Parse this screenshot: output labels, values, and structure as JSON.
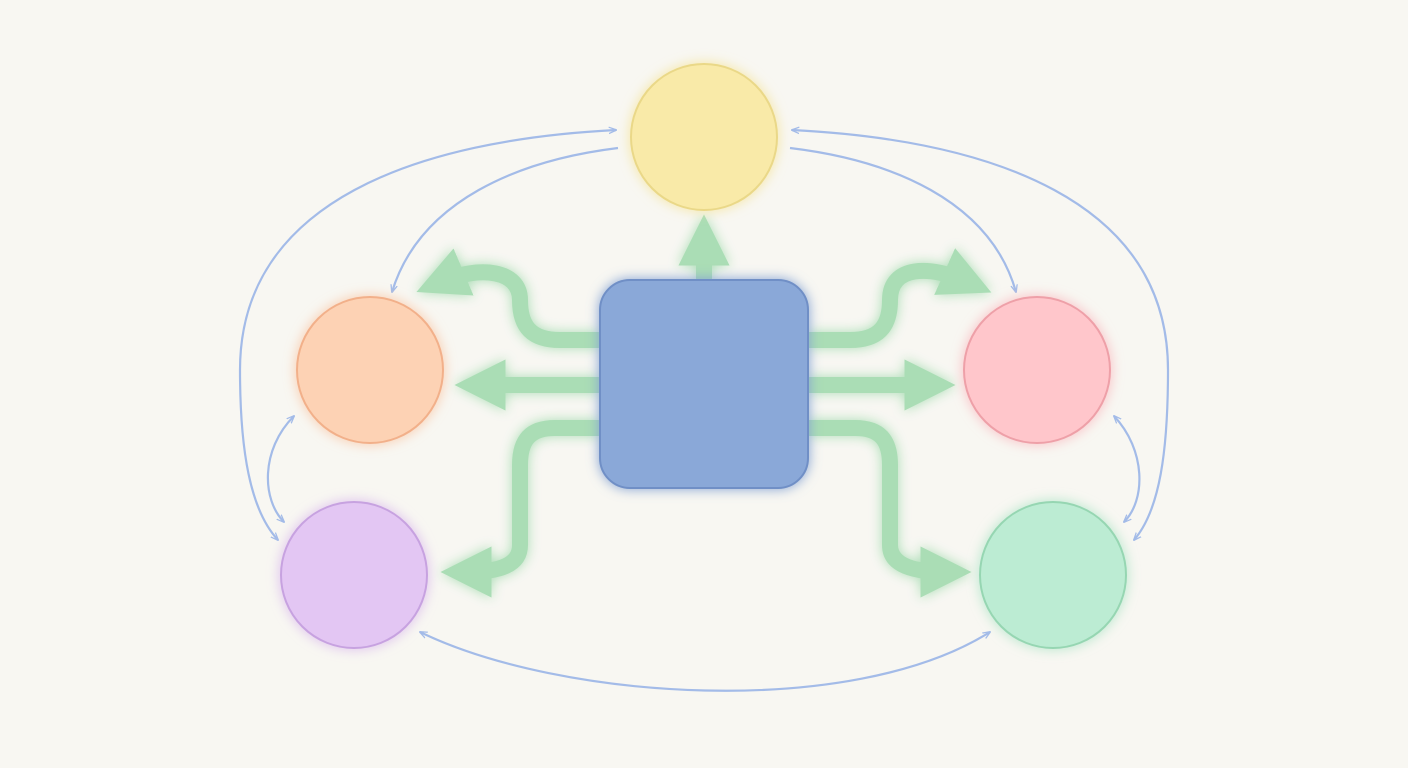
{
  "diagram": {
    "background": "#f8f7f2",
    "hub": {
      "id": "hub",
      "shape": "rounded-square",
      "fill": "#8aa8d8",
      "stroke": "#6f8fc6"
    },
    "nodes": [
      {
        "id": "top",
        "shape": "circle",
        "fill": "#f9eaa8",
        "stroke": "#ead888"
      },
      {
        "id": "left-upper",
        "shape": "circle",
        "fill": "#fdd2b4",
        "stroke": "#f2b08a"
      },
      {
        "id": "right-upper",
        "shape": "circle",
        "fill": "#ffc6cb",
        "stroke": "#eea0a8"
      },
      {
        "id": "left-lower",
        "shape": "circle",
        "fill": "#e3c6f3",
        "stroke": "#c7a2e0"
      },
      {
        "id": "right-lower",
        "shape": "circle",
        "fill": "#bcecd3",
        "stroke": "#96d6b2"
      }
    ],
    "hub_arrows": {
      "color": "#a6dcb2",
      "targets": [
        "top",
        "left-upper",
        "left-upper",
        "right-upper",
        "right-upper",
        "left-lower",
        "right-lower"
      ]
    },
    "peer_arrows": {
      "color": "#a3bbe8",
      "links": [
        [
          "top",
          "left-lower"
        ],
        [
          "top",
          "left-upper"
        ],
        [
          "top",
          "right-lower"
        ],
        [
          "top",
          "right-upper"
        ],
        [
          "left-upper",
          "left-lower"
        ],
        [
          "right-upper",
          "right-lower"
        ],
        [
          "left-lower",
          "right-lower"
        ]
      ]
    }
  }
}
